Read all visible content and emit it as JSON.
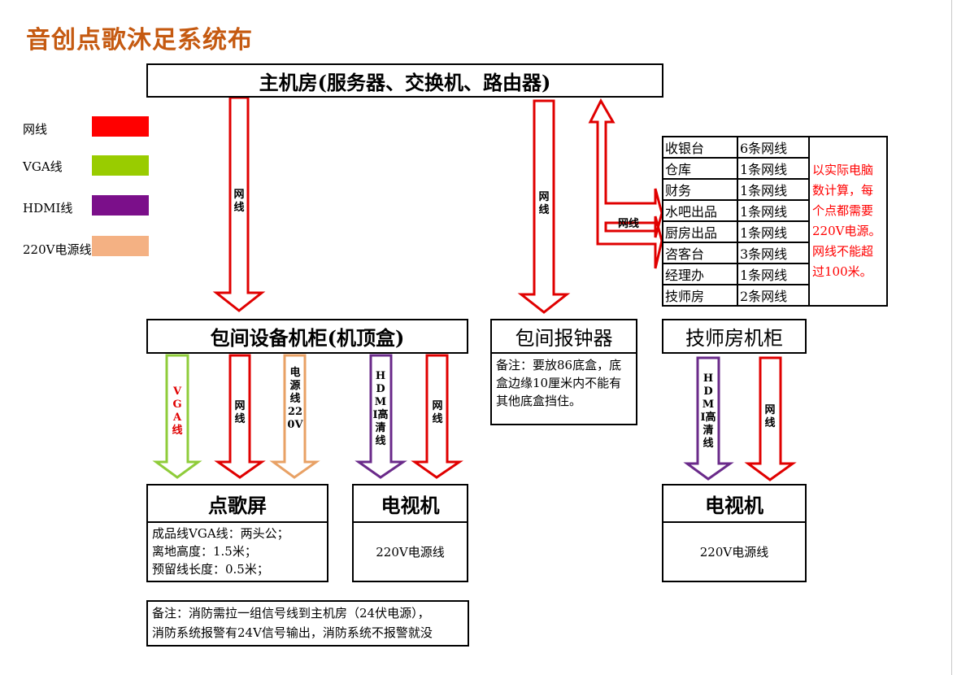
{
  "title": "音创点歌沐足系统布",
  "legend": {
    "items": [
      {
        "label": "网线",
        "color": "#ff0000"
      },
      {
        "label": "VGA线",
        "color": "#99cc00"
      },
      {
        "label": "HDMI线",
        "color": "#7b0f8a"
      },
      {
        "label": "220V电源线",
        "color": "#f4b183"
      }
    ]
  },
  "boxes": {
    "main_room": "主机房(服务器、交换机、路由器)",
    "cabinet": "包间设备机柜(机顶盒)",
    "bell": "包间报钟器",
    "tech_cabinet": "技师房机柜",
    "song_screen": "点歌屏",
    "tv1": "电视机",
    "tv2": "电视机"
  },
  "arrow_labels": {
    "main_to_cabinet": "网线",
    "main_to_bell": "网线",
    "main_to_depts": "网线",
    "vga": "VGA线",
    "net_screen": "网线",
    "power": "电源线220V",
    "hdmi_tv": "HDMI高清线",
    "net_tv": "网线",
    "hdmi_tech": "HDMI高清线",
    "net_tech": "网线"
  },
  "notes": {
    "bell": "备注：要放86底盒，底盒边缘10厘米内不能有其他底盒挡住。",
    "screen_lines": [
      "成品线VGA线：两头公；",
      "离地高度：1.5米；",
      "预留线长度：0.5米；"
    ],
    "tv1": "220V电源线",
    "tv2": "220V电源线",
    "fire_lines": [
      "备注：消防需拉一组信号线到主机房（24伏电源），",
      "消防系统报警有24V信号输出，消防系统不报警就没"
    ]
  },
  "departments": {
    "rows": [
      {
        "name": "收银台",
        "count": "6条网线"
      },
      {
        "name": "仓库",
        "count": "1条网线"
      },
      {
        "name": "财务",
        "count": "1条网线"
      },
      {
        "name": "水吧出品",
        "count": "1条网线"
      },
      {
        "name": "厨房出品",
        "count": "1条网线"
      },
      {
        "name": "咨客台",
        "count": "3条网线"
      },
      {
        "name": "经理办",
        "count": "1条网线"
      },
      {
        "name": "技师房",
        "count": "2条网线"
      }
    ],
    "note": "以实际电脑数计算，每个点都需要220V电源。网线不能超过100米。"
  }
}
